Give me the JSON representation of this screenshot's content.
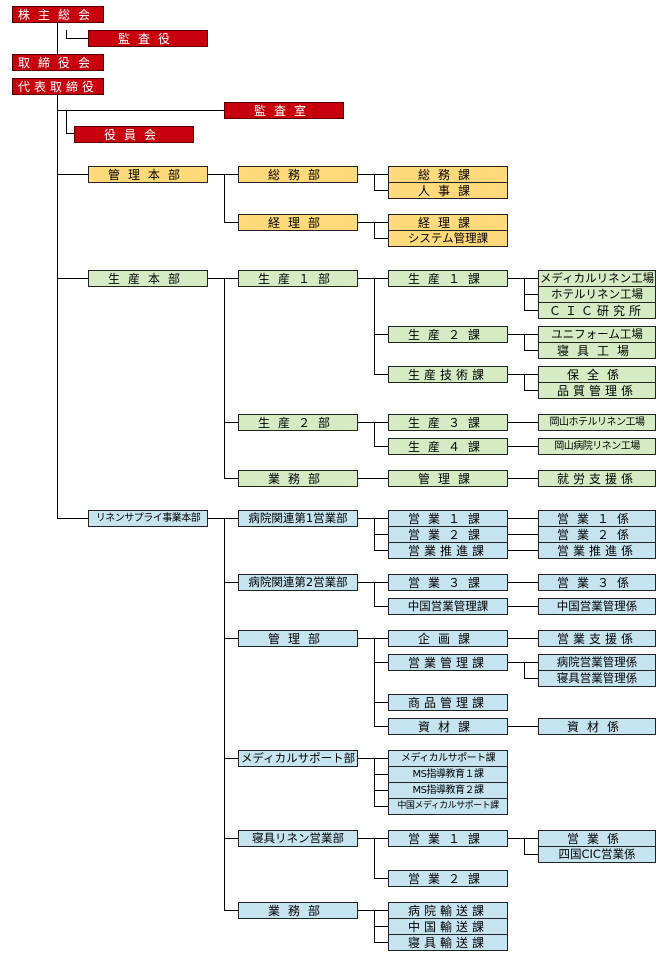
{
  "governance": {
    "shareholders_meeting": "株主総会",
    "auditor": "監査役",
    "board": "取締役会",
    "representative_director": "代表取締役",
    "audit_office": "監査室",
    "officers_meeting": "役員会"
  },
  "management_hq": {
    "name": "管理本部",
    "general_affairs": {
      "name": "総務部",
      "sections": [
        "総務課",
        "人事課"
      ]
    },
    "accounting": {
      "name": "経理部",
      "sections": [
        "経理課",
        "システム管理課"
      ]
    }
  },
  "production_hq": {
    "name": "生産本部",
    "production_1": {
      "name": "生産１部",
      "section_1": {
        "name": "生産１課",
        "units": [
          "メディカルリネン工場",
          "ホテルリネン工場",
          "ＣＩＣ研究所"
        ]
      },
      "section_2": {
        "name": "生産２課",
        "units": [
          "ユニフォーム工場",
          "寝具工場"
        ]
      },
      "tech_section": {
        "name": "生産技術課",
        "units": [
          "保全係",
          "品質管理係"
        ]
      }
    },
    "production_2": {
      "name": "生産２部",
      "section_3": {
        "name": "生産３課",
        "unit": "岡山ホテルリネン工場"
      },
      "section_4": {
        "name": "生産４課",
        "unit": "岡山病院リネン工場"
      }
    },
    "operations": {
      "name": "業務部",
      "section": "管理課",
      "unit": "就労支援係"
    }
  },
  "linen_supply_hq": {
    "name": "リネンサプライ事業本部",
    "hospital_sales_1": {
      "name": "病院関連第1営業部",
      "sections": [
        "営業１課",
        "営業２課",
        "営業推進課"
      ],
      "units": [
        "営業１係",
        "営業２係",
        "営業推進係"
      ]
    },
    "hospital_sales_2": {
      "name": "病院関連第2営業部",
      "sections": [
        "営業３課",
        "中国営業管理課"
      ],
      "units": [
        "営業３係",
        "中国営業管理係"
      ]
    },
    "administration": {
      "name": "管理部",
      "planning": {
        "name": "企画課",
        "unit": "営業支援係"
      },
      "sales_mgmt": {
        "name": "営業管理課",
        "units": [
          "病院営業管理係",
          "寝具営業管理係"
        ]
      },
      "product_mgmt": "商品管理課",
      "materials": {
        "name": "資材課",
        "unit": "資材係"
      }
    },
    "medical_support": {
      "name": "メディカルサポート部",
      "sections": [
        "メディカルサポート課",
        "MS指導教育１課",
        "MS指導教育２課",
        "中国メディカルサポート課"
      ]
    },
    "bedding_sales": {
      "name": "寝具リネン営業部",
      "section_1": {
        "name": "営業１課",
        "units": [
          "営業係",
          "四国CIC営業係"
        ]
      },
      "section_2": "営業２課"
    },
    "operations": {
      "name": "業務部",
      "sections": [
        "病院輸送課",
        "中国輸送課",
        "寝具輸送課"
      ]
    }
  }
}
